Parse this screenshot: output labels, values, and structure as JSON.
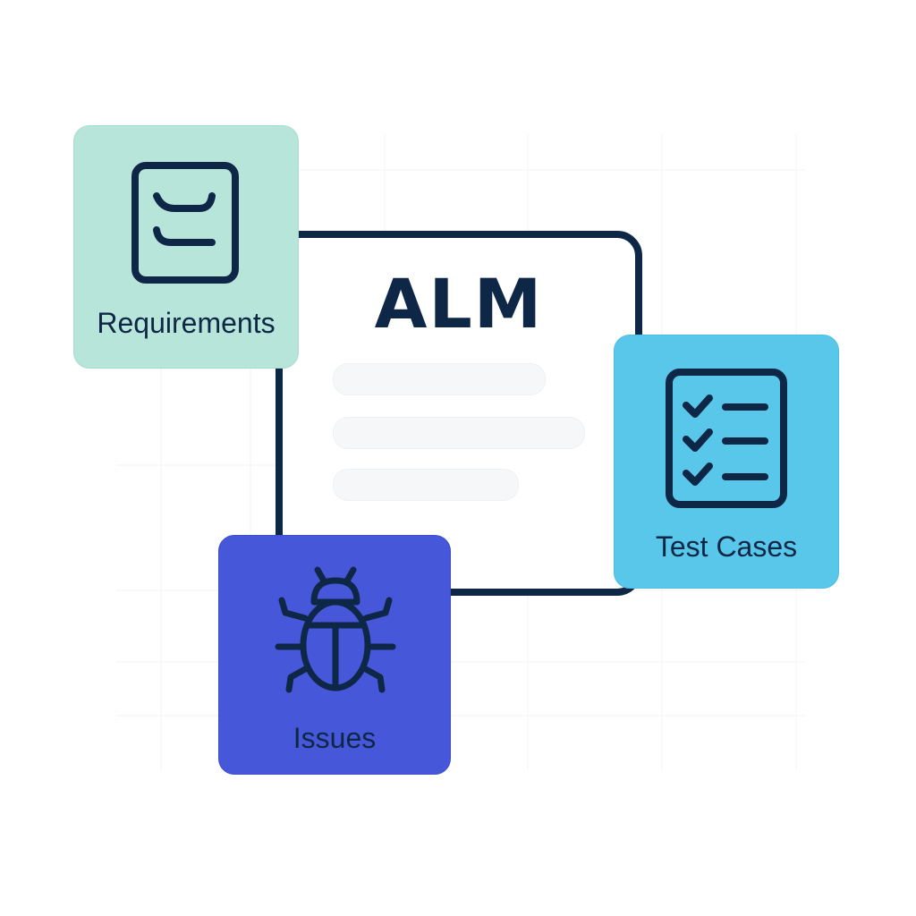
{
  "alm": {
    "title": "ALM"
  },
  "modules": [
    {
      "id": "requirements",
      "label": "Requirements",
      "icon": "document-icon",
      "color": "#b8e5d9"
    },
    {
      "id": "test-cases",
      "label": "Test Cases",
      "icon": "checklist-icon",
      "color": "#59c7ea"
    },
    {
      "id": "issues",
      "label": "Issues",
      "icon": "bug-icon",
      "color": "#4657d9"
    }
  ],
  "colors": {
    "outline": "#0f2747",
    "background": "#ffffff"
  }
}
